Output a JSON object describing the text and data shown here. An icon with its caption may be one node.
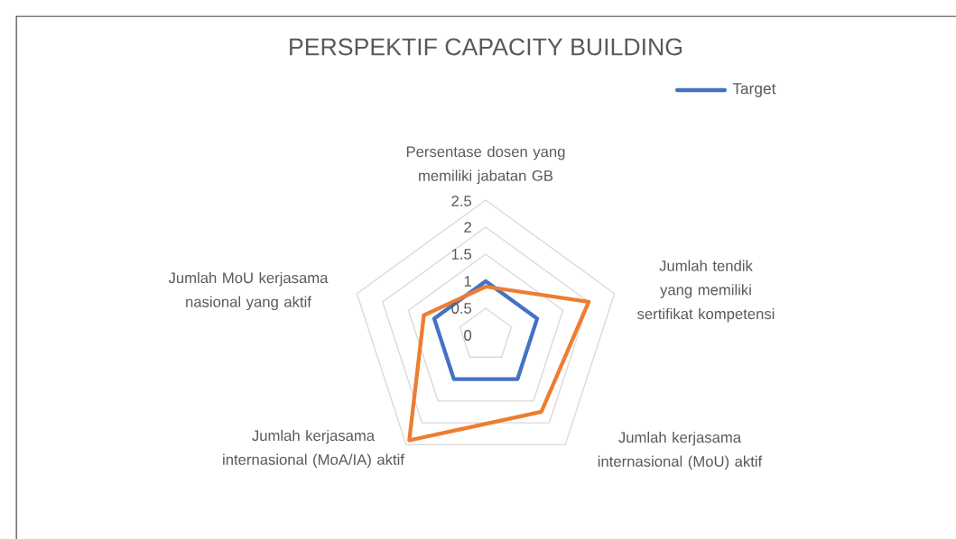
{
  "diagram": {
    "title": "PERSPEKTIF CAPACITY BUILDING",
    "labels": [
      "Persentase dosen yang memiliki jabatan GB",
      "2.5",
      "2",
      "1.5",
      "1",
      "Jumlah MoU kerjasama nasional yang aktif",
      "Jumlah tendik yang memiliki sertifikat kompetensi",
      "0.5",
      "0",
      "Jumlah kerjasama internasional (MoA/IA) aktif",
      "Jumlah kerjasama internasional (MoU) aktif"
    ],
    "legend": [
      {
        "text": "Target"
      }
    ]
  }
}
